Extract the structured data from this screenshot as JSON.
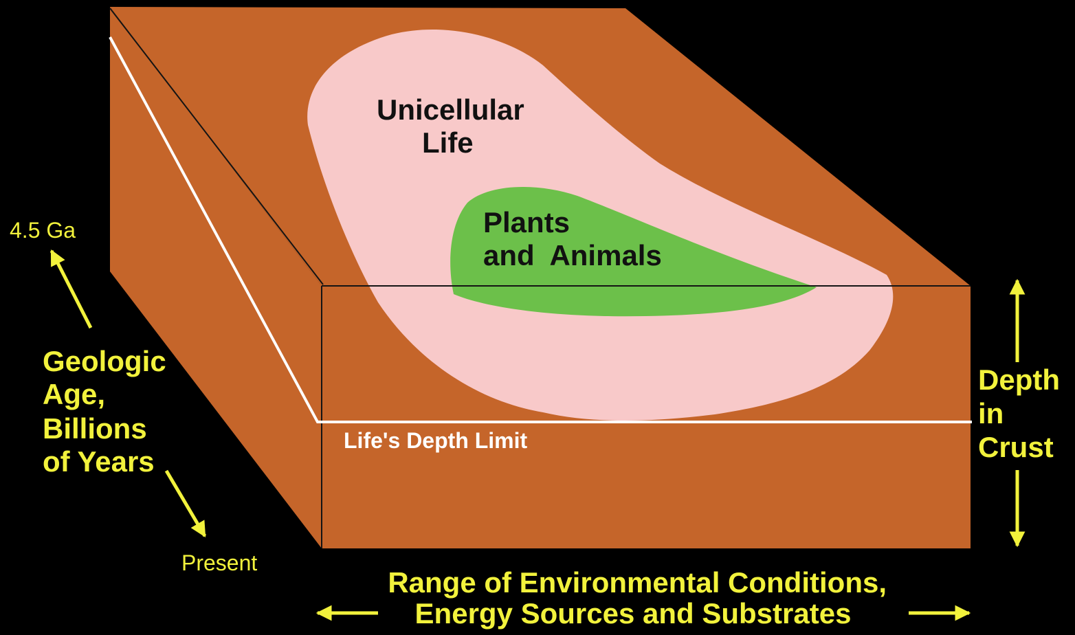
{
  "colors": {
    "background": "#000000",
    "block": "#c5652a",
    "unicellular_region": "#f8c9c9",
    "plants_animals_region": "#6cc04a",
    "depth_limit_line": "#ffffff",
    "annotation": "#f2f23c"
  },
  "regions": {
    "unicellular": [
      "Unicellular",
      "Life"
    ],
    "plants_animals": [
      "Plants",
      "and  Animals"
    ]
  },
  "depth_limit_label": "Life's Depth Limit",
  "age_axis": {
    "top_label": "4.5 Ga",
    "bottom_label": "Present",
    "title": [
      "Geologic",
      "Age,",
      "Billions",
      "of Years"
    ]
  },
  "depth_axis": {
    "title": [
      "Depth",
      "in",
      "Crust"
    ]
  },
  "range_axis": {
    "title": [
      "Range of Environmental Conditions,",
      "Energy Sources and Substrates"
    ]
  },
  "icons": {
    "age_arrow_up": "arrow-up-icon",
    "age_arrow_down": "arrow-down-icon",
    "depth_arrow_up": "arrow-up-icon",
    "depth_arrow_down": "arrow-down-icon",
    "range_arrow_left": "arrow-left-icon",
    "range_arrow_right": "arrow-right-icon"
  }
}
